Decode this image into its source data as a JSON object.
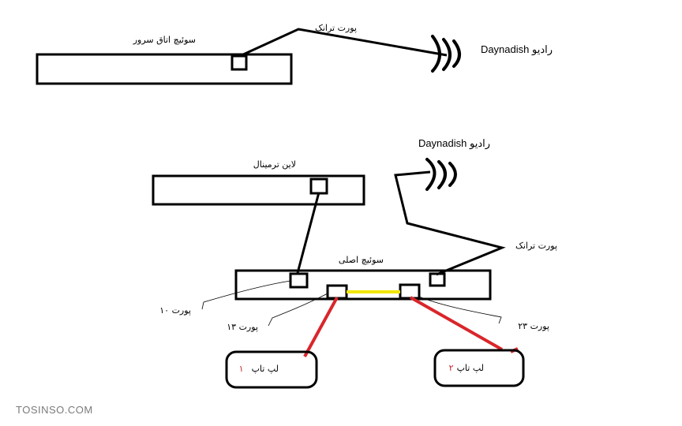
{
  "top_section": {
    "switch_label": "سوئیچ اتاق سرور",
    "trunk_label": "پورت ترانک",
    "radio_label": "Daynadish رادیو"
  },
  "bottom_section": {
    "terminal_label": "لاین ترمینال",
    "radio_label": "Daynadish رادیو",
    "trunk_label": "پورت ترانک",
    "main_switch_label": "سوئیچ  اصلی",
    "port10_label": "پورت ۱۰",
    "port13_label": "پورت ۱۳",
    "port23_label": "پورت ۲۳",
    "laptop1_number": "۱",
    "laptop1_text": "لپ تاپ",
    "laptop2_number": "۲",
    "laptop2_text": "لپ تاپ"
  },
  "colors": {
    "line": "#000000",
    "laptop_link": "#d9262b",
    "bridge_link": "#f2e600",
    "laptop_number": "#c1272d"
  },
  "watermark": "TOSINSO.COM"
}
